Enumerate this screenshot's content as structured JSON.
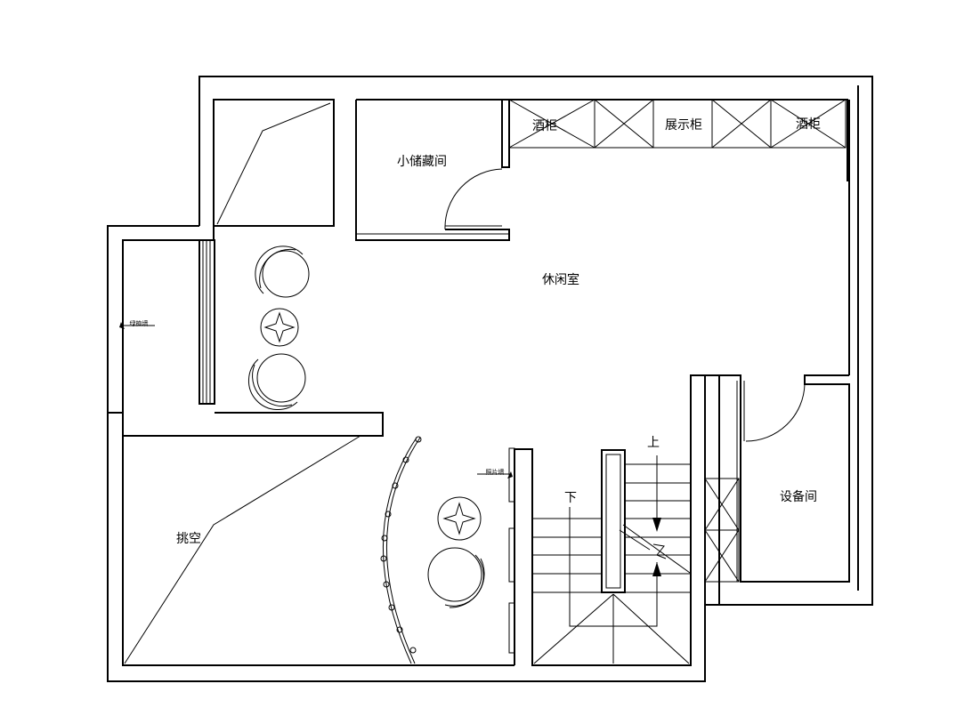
{
  "rooms": {
    "leisure_room": "休闲室",
    "small_storage": "小储藏间",
    "equipment_room": "设备间",
    "void": "挑空"
  },
  "cabinets": {
    "wine_left": "酒柜",
    "display": "展示柜",
    "wine_right": "酒柜"
  },
  "walls": {
    "green_wall": "绿植墙",
    "photo_wall": "照片墙"
  },
  "stairs": {
    "up": "上",
    "down": "下"
  }
}
